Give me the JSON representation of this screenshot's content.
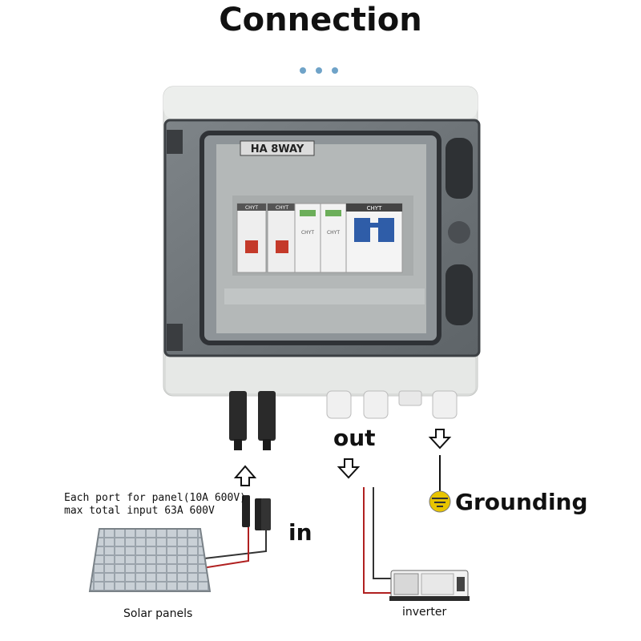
{
  "title": "Connection",
  "enclosure_label": "HA  8WAY",
  "breaker_brand": "CHYT",
  "labels": {
    "out": "out",
    "in": "in",
    "grounding": "Grounding",
    "port_note_line1": "Each port for panel(10A 600V)",
    "port_note_line2": "max total input 63A 600V",
    "solar_panels": "Solar panels",
    "inverter": "inverter"
  },
  "icons": {
    "in_arrow": "up-arrow-icon",
    "out_arrow": "down-arrow-icon",
    "ground_arrow": "down-arrow-icon",
    "ground_symbol": "ground-icon"
  },
  "colors": {
    "dots": "#6fa3c8",
    "wire_red": "#b02020",
    "wire_dark": "#333333",
    "ground_yellow": "#e8c400"
  }
}
